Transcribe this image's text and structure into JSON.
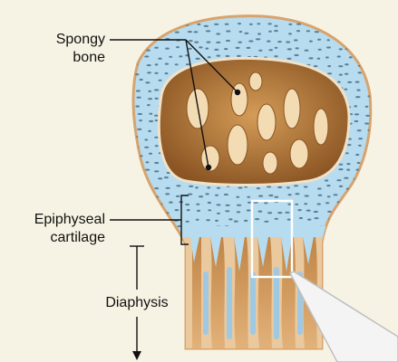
{
  "colors": {
    "background": "#f7f3e4",
    "cartilage": "#b7dbef",
    "cartilage_cell": "#5c7f95",
    "spongy_bone": "#b67c3d",
    "spongy_bone_dark": "#8a5423",
    "bone_edge": "#d8a36c",
    "highlight_box": "#ffffff",
    "leader_line": "#111111"
  },
  "labels": {
    "spongy_bone": [
      "Spongy",
      "bone"
    ],
    "epiphyseal_cartilage": [
      "Epiphyseal",
      "cartilage"
    ],
    "diaphysis": "Diaphysis"
  }
}
